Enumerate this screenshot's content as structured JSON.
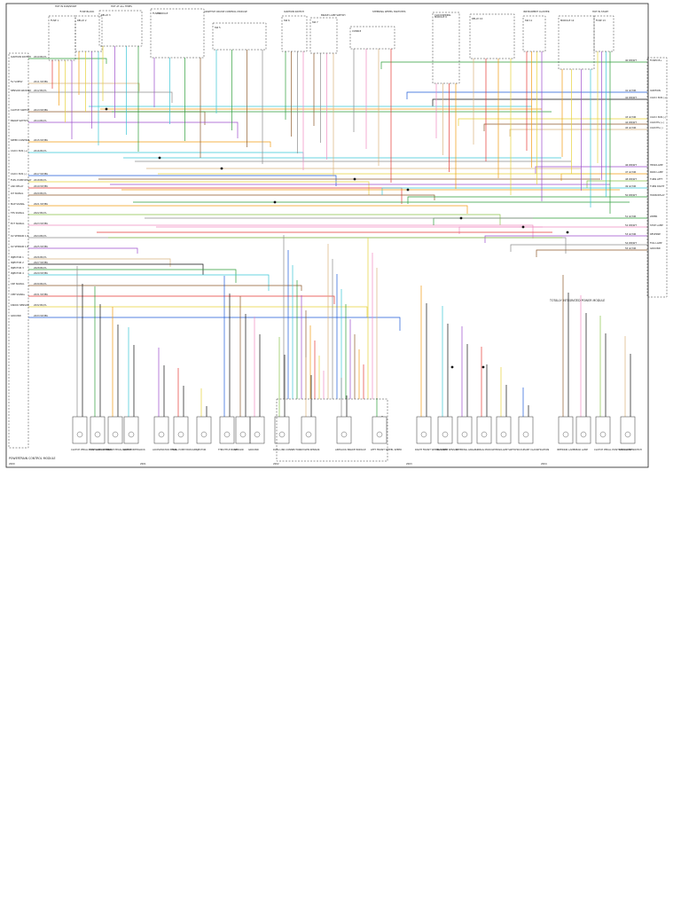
{
  "diagram": {
    "wire_colors": {
      "red": "#e53935",
      "orange": "#f39c12",
      "yellow": "#e6d23a",
      "green": "#2e9e3a",
      "lime": "#8bc34a",
      "cyan": "#39c6d6",
      "blue": "#1e5bd8",
      "violet": "#9c4dcc",
      "pink": "#f08cc0",
      "brown": "#8d5a2b",
      "gray": "#8c8c8c",
      "black": "#111111",
      "tan": "#d9b27c"
    },
    "top_labels": {
      "hot_run_start": "HOT IN RUN/START",
      "hot_at_all_times": "HOT AT ALL TIMES",
      "fuse_block": "FUSE BLOCK",
      "pdc": "PDC",
      "module": "MODULE",
      "adaptive_cruise": "ADAPTIVE CRUISE CONTROL MODULE",
      "ignition_switch": "IGNITION SWITCH",
      "brake_lamp_switch": "BRAKE LAMP SWITCH",
      "steering_wheel": "STEERING WHEEL SWITCHES",
      "clockspring": "CLOCKSPRING",
      "instrument_cluster": "INSTRUMENT CLUSTER",
      "hot_ignition": "HOT IN START"
    },
    "left_module": {
      "name": "POWERTRAIN CONTROL MODULE",
      "pins": [
        "IGNITION SWITCH",
        "5V SUPPLY",
        "SENSOR GROUND",
        "CLUTCH SWITCH",
        "BRAKE SWITCH",
        "SPEED CONTROL",
        "CAN C BUS (+)",
        "CAN C BUS (-)",
        "FUEL PUMP RELAY",
        "ASD RELAY",
        "IAT SIGNAL",
        "MAP SIGNAL",
        "TPS SIGNAL",
        "ECT SIGNAL",
        "O2 SENSOR 1/1",
        "O2 SENSOR 1/2",
        "INJECTOR 1",
        "INJECTOR 2",
        "INJECTOR 3",
        "INJECTOR 4",
        "CKP SIGNAL",
        "CMP SIGNAL",
        "KNOCK SENSOR",
        "GROUND"
      ]
    },
    "right_module": {
      "name": "TOTALLY INTEGRATED POWER MODULE",
      "pins": [
        "FUSED B+",
        "IGNITION",
        "CAN C BUS (+)",
        "CAN C BUS (-)",
        "CAN IHS (+)",
        "CAN IHS (-)",
        "HEADLAMP",
        "PARK LAMP",
        "TURN LEFT",
        "TURN RIGHT",
        "HORN RELAY",
        "WIPER",
        "STOP LAMP",
        "REVERSE",
        "FOG LAMP",
        "GROUND"
      ]
    },
    "bottom_components": [
      "CLUTCH PEDAL POSITION SWITCH",
      "STOP LAMP SWITCH",
      "BRAKE PEDAL SWITCH",
      "CLUTCH INTERLOCK",
      "ACCELERATOR PEDAL",
      "FUEL PUMP MODULE",
      "INJECTOR",
      "THROTTLE BODY",
      "SENSOR",
      "GROUND",
      "DATA LINK CONNECTOR",
      "OXYGEN SENSOR",
      "ANTILOCK BRAKE MODULE",
      "LEFT FRONT WHEEL SPEED",
      "RIGHT FRONT WHEEL SPEED",
      "YAW RATE SENSOR",
      "STEERING ANGLE",
      "AIRBAG MODULE",
      "HEADLAMP SWITCH",
      "OCCUPANT CLASSIFICATION",
      "INTERIOR LAMP",
      "REAR LAMP"
    ],
    "page_numbers": [
      "2000",
      "2001",
      "2002",
      "2003",
      "2004"
    ]
  }
}
